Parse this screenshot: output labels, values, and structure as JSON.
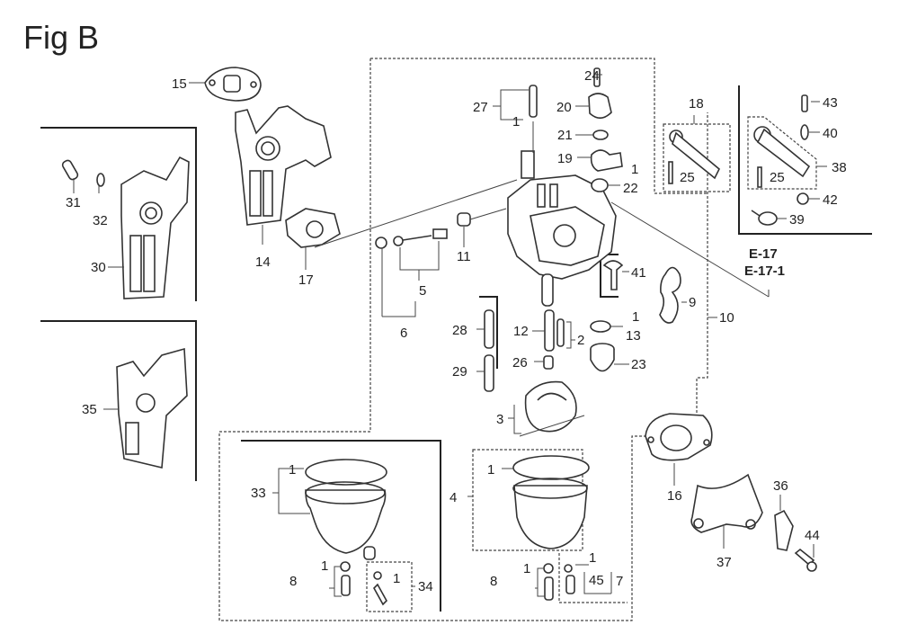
{
  "figure": {
    "title": "Fig B",
    "reference_labels": [
      "E-17",
      "E-17-1"
    ]
  },
  "parts": [
    {
      "id": "p1",
      "num": "1"
    },
    {
      "id": "p2",
      "num": "2"
    },
    {
      "id": "p3",
      "num": "3"
    },
    {
      "id": "p4",
      "num": "4"
    },
    {
      "id": "p5",
      "num": "5"
    },
    {
      "id": "p6",
      "num": "6"
    },
    {
      "id": "p7",
      "num": "7"
    },
    {
      "id": "p8",
      "num": "8"
    },
    {
      "id": "p9",
      "num": "9"
    },
    {
      "id": "p10",
      "num": "10"
    },
    {
      "id": "p11",
      "num": "11"
    },
    {
      "id": "p12",
      "num": "12"
    },
    {
      "id": "p13",
      "num": "13"
    },
    {
      "id": "p14",
      "num": "14"
    },
    {
      "id": "p15",
      "num": "15"
    },
    {
      "id": "p16",
      "num": "16"
    },
    {
      "id": "p17",
      "num": "17"
    },
    {
      "id": "p18",
      "num": "18"
    },
    {
      "id": "p19",
      "num": "19"
    },
    {
      "id": "p20",
      "num": "20"
    },
    {
      "id": "p21",
      "num": "21"
    },
    {
      "id": "p22",
      "num": "22"
    },
    {
      "id": "p23",
      "num": "23"
    },
    {
      "id": "p24",
      "num": "24"
    },
    {
      "id": "p25",
      "num": "25"
    },
    {
      "id": "p26",
      "num": "26"
    },
    {
      "id": "p27",
      "num": "27"
    },
    {
      "id": "p28",
      "num": "28"
    },
    {
      "id": "p29",
      "num": "29"
    },
    {
      "id": "p30",
      "num": "30"
    },
    {
      "id": "p31",
      "num": "31"
    },
    {
      "id": "p32",
      "num": "32"
    },
    {
      "id": "p33",
      "num": "33"
    },
    {
      "id": "p34",
      "num": "34"
    },
    {
      "id": "p35",
      "num": "35"
    },
    {
      "id": "p36",
      "num": "36"
    },
    {
      "id": "p37",
      "num": "37"
    },
    {
      "id": "p38",
      "num": "38"
    },
    {
      "id": "p39",
      "num": "39"
    },
    {
      "id": "p40",
      "num": "40"
    },
    {
      "id": "p41",
      "num": "41"
    },
    {
      "id": "p42",
      "num": "42"
    },
    {
      "id": "p43",
      "num": "43"
    },
    {
      "id": "p44",
      "num": "44"
    },
    {
      "id": "p45",
      "num": "45"
    }
  ]
}
